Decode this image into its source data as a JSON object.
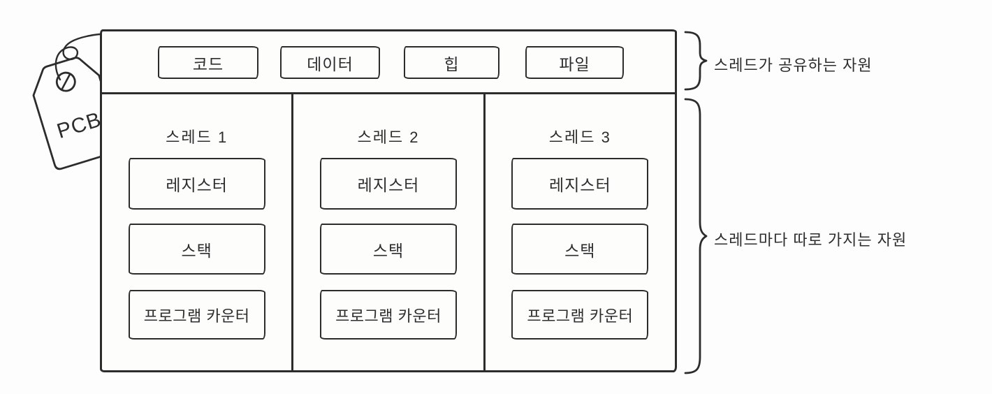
{
  "diagram": {
    "title_context": "thread resources diagram",
    "pcb_tag": {
      "label": "PCB"
    },
    "shared_section": {
      "items": [
        {
          "label": "코드"
        },
        {
          "label": "데이터"
        },
        {
          "label": "힙"
        },
        {
          "label": "파일"
        }
      ]
    },
    "threads": [
      {
        "title": "스레드 1",
        "resources": [
          "레지스터",
          "스택",
          "프로그램 카운터"
        ]
      },
      {
        "title": "스레드 2",
        "resources": [
          "레지스터",
          "스택",
          "프로그램 카운터"
        ]
      },
      {
        "title": "스레드 3",
        "resources": [
          "레지스터",
          "스택",
          "프로그램 카운터"
        ]
      }
    ],
    "annotations": {
      "shared_label": "스레드가 공유하는 자원",
      "per_thread_label": "스레드마다 따로 가지는 자원"
    },
    "colors": {
      "ink": "#2c2c2c",
      "background": "#fdfdfd",
      "box_fill": "#fdfdfc",
      "tag_fill": "#f0efec"
    }
  }
}
